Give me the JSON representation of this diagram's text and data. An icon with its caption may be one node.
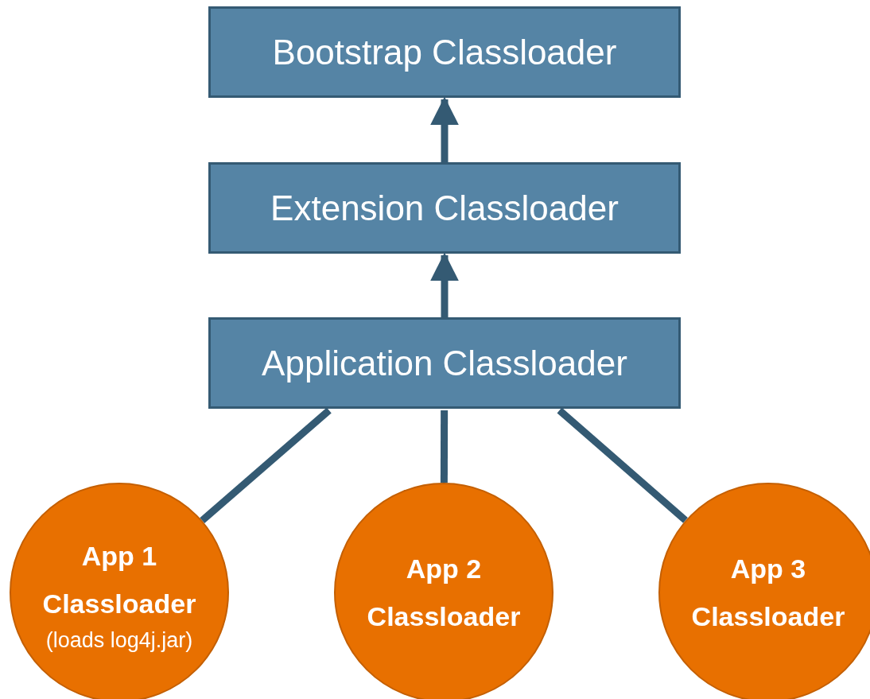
{
  "diagram": {
    "nodes": [
      {
        "text": [
          "Bootstrap Classloader"
        ]
      },
      {
        "text": [
          "Extension Classloader"
        ]
      },
      {
        "text": [
          "Application Classloader"
        ]
      },
      {
        "text": [
          "App 1 Classloader",
          "(loads log4j.jar)"
        ]
      },
      {
        "text": [
          "App 2 Classloader"
        ]
      },
      {
        "text": [
          "App 3 Classloader"
        ]
      }
    ],
    "edges": [
      {
        "from": 1,
        "to": 0,
        "arrow": "to"
      },
      {
        "from": 2,
        "to": 1,
        "arrow": "to"
      },
      {
        "from": 3,
        "to": 2,
        "arrow": "none"
      },
      {
        "from": 4,
        "to": 2,
        "arrow": "none"
      },
      {
        "from": 5,
        "to": 2,
        "arrow": "none"
      }
    ]
  }
}
